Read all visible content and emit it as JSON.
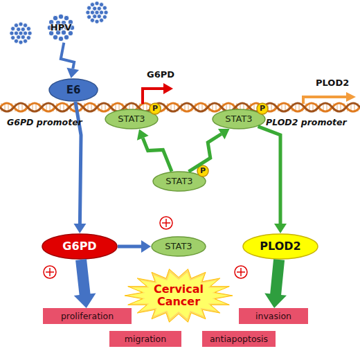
{
  "diagram": {
    "nodes": [
      {
        "text": [
          "HPV"
        ]
      },
      {
        "text": [
          "E6"
        ]
      },
      {
        "text": [
          "STAT3"
        ]
      },
      {
        "text": [
          "P"
        ],
        "in": 2
      },
      {
        "text": [
          "STAT3"
        ]
      },
      {
        "text": [
          "P"
        ],
        "in": 4
      },
      {
        "text": [
          "STAT3"
        ]
      },
      {
        "text": [
          "P"
        ],
        "in": 6
      },
      {
        "text": [
          "G6PD"
        ]
      },
      {
        "text": [
          "STAT3"
        ]
      },
      {
        "text": [
          "PLOD2"
        ]
      },
      {
        "text": [
          "Cervical Cancer"
        ]
      },
      {
        "text": [
          "proliferation"
        ]
      },
      {
        "text": [
          "invasion"
        ]
      },
      {
        "text": [
          "migration"
        ]
      },
      {
        "text": [
          "antiapoptosis"
        ]
      }
    ],
    "edges": [
      {
        "from": 0,
        "to": 1,
        "arrow": "to"
      },
      {
        "from": 1,
        "to": 8,
        "arrow": "to"
      },
      {
        "from": 6,
        "to": 2,
        "arrow": "to"
      },
      {
        "from": 6,
        "to": 4,
        "arrow": "to"
      },
      {
        "from": 4,
        "to": 10,
        "arrow": "to"
      },
      {
        "from": 8,
        "to": 9,
        "arrow": "to"
      },
      {
        "from": 8,
        "to": 12,
        "arrow": "to"
      },
      {
        "from": 10,
        "to": 13,
        "arrow": "to"
      }
    ],
    "labels": [
      "G6PD",
      "PLOD2",
      "G6PD promoter",
      "PLOD2 promoter"
    ]
  }
}
